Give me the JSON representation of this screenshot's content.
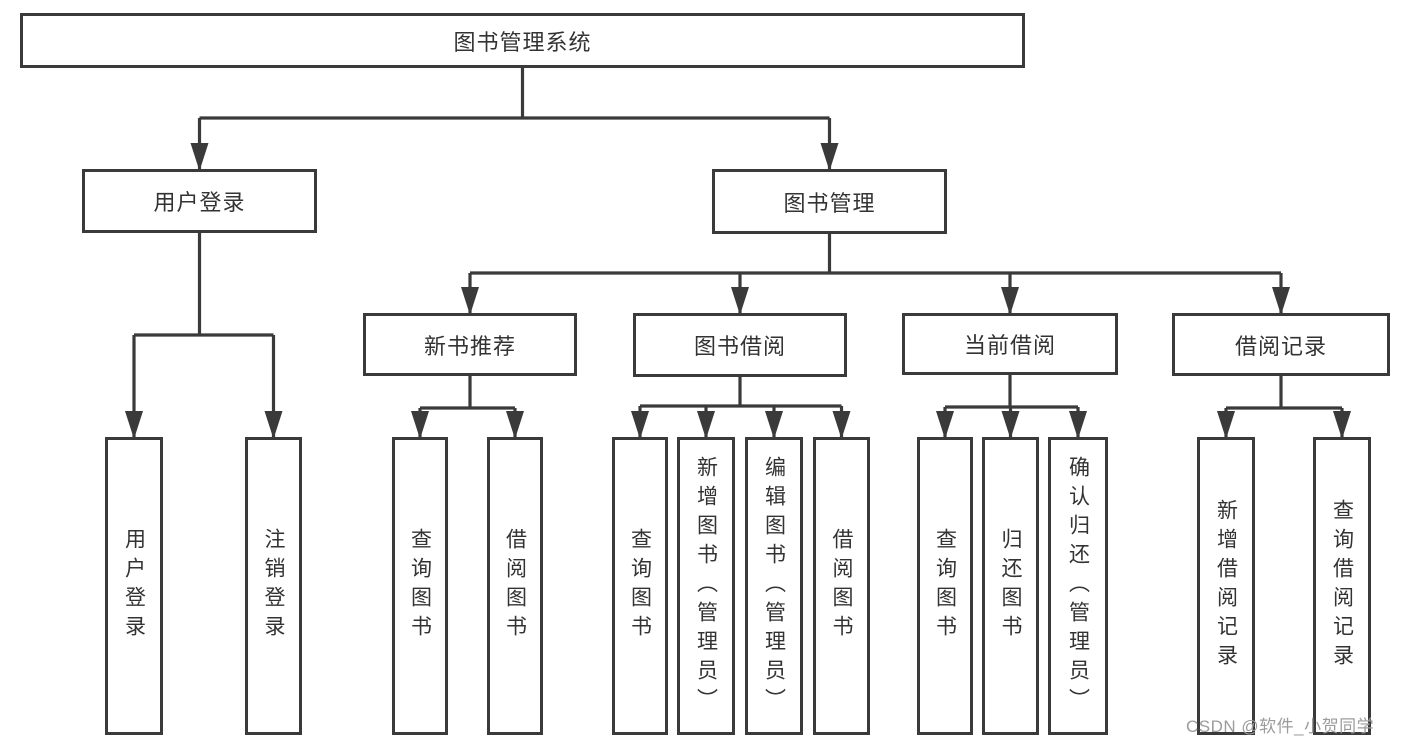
{
  "diagram": {
    "type": "tree",
    "title": "图书管理系统",
    "nodes": [
      {
        "id": "root",
        "label": "图书管理系统"
      },
      {
        "id": "login",
        "label": "用户登录"
      },
      {
        "id": "mgmt",
        "label": "图书管理"
      },
      {
        "id": "rec",
        "label": "新书推荐"
      },
      {
        "id": "borrow",
        "label": "图书借阅"
      },
      {
        "id": "current",
        "label": "当前借阅"
      },
      {
        "id": "record",
        "label": "借阅记录"
      },
      {
        "id": "login-user",
        "label": "用户登录"
      },
      {
        "id": "login-logout",
        "label": "注销登录"
      },
      {
        "id": "rec-query",
        "label": "查询图书"
      },
      {
        "id": "rec-borrow",
        "label": "借阅图书"
      },
      {
        "id": "borrow-query",
        "label": "查询图书"
      },
      {
        "id": "borrow-add",
        "label": "新增图书（管理员）"
      },
      {
        "id": "borrow-edit",
        "label": "编辑图书（管理员）"
      },
      {
        "id": "borrow-borrow",
        "label": "借阅图书"
      },
      {
        "id": "current-query",
        "label": "查询图书"
      },
      {
        "id": "current-return",
        "label": "归还图书"
      },
      {
        "id": "current-confirm",
        "label": "确认归还（管理员）"
      },
      {
        "id": "record-add",
        "label": "新增借阅记录"
      },
      {
        "id": "record-query",
        "label": "查询借阅记录"
      }
    ],
    "hierarchy": [
      {
        "parent": "root",
        "children": [
          "login",
          "mgmt"
        ]
      },
      {
        "parent": "login",
        "children": [
          "login-user",
          "login-logout"
        ]
      },
      {
        "parent": "mgmt",
        "children": [
          "rec",
          "borrow",
          "current",
          "record"
        ]
      },
      {
        "parent": "rec",
        "children": [
          "rec-query",
          "rec-borrow"
        ]
      },
      {
        "parent": "borrow",
        "children": [
          "borrow-query",
          "borrow-add",
          "borrow-edit",
          "borrow-borrow"
        ]
      },
      {
        "parent": "current",
        "children": [
          "current-query",
          "current-return",
          "current-confirm"
        ]
      },
      {
        "parent": "record",
        "children": [
          "record-add",
          "record-query"
        ]
      }
    ],
    "colors": {
      "stroke": "#3a3a3a",
      "text": "#333333",
      "box_background": "#ffffff"
    }
  },
  "watermark": {
    "text": "CSDN @软件_小贺同学",
    "color": "#9c9c9c"
  }
}
